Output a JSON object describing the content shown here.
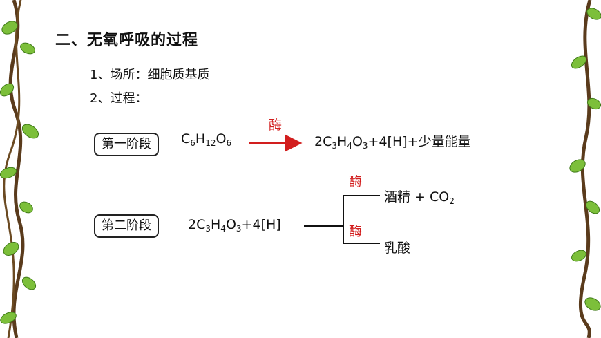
{
  "title": "二、无氧呼吸的过程",
  "items": {
    "place": "1、场所：细胞质基质",
    "process": "2、过程："
  },
  "stage1": {
    "label": "第一阶段",
    "reactant": {
      "C": "C",
      "c_sub": "6",
      "H": "H",
      "h_sub": "12",
      "O": "O",
      "o_sub": "6"
    },
    "enzyme": "酶",
    "product": {
      "coef": "2C",
      "c_sub": "3",
      "H": "H",
      "h_sub": "4",
      "O": "O",
      "o_sub": "3",
      "rest": "+4[H]+少量能量"
    }
  },
  "stage2": {
    "label": "第二阶段",
    "reactant": {
      "coef": "2C",
      "c_sub": "3",
      "H": "H",
      "h_sub": "4",
      "O": "O",
      "o_sub": "3",
      "rest": "+4[H]"
    },
    "branch_top": {
      "enzyme": "酶",
      "product_text": "酒精 + CO",
      "sub": "2"
    },
    "branch_bottom": {
      "enzyme": "酶",
      "product_text": "乳酸"
    }
  },
  "colors": {
    "enzyme": "#d21e1e",
    "text": "#111111",
    "arrow": "#d21e1e",
    "vine_leaf": "#7cbf3a",
    "vine_stem": "#5a3b1c"
  }
}
